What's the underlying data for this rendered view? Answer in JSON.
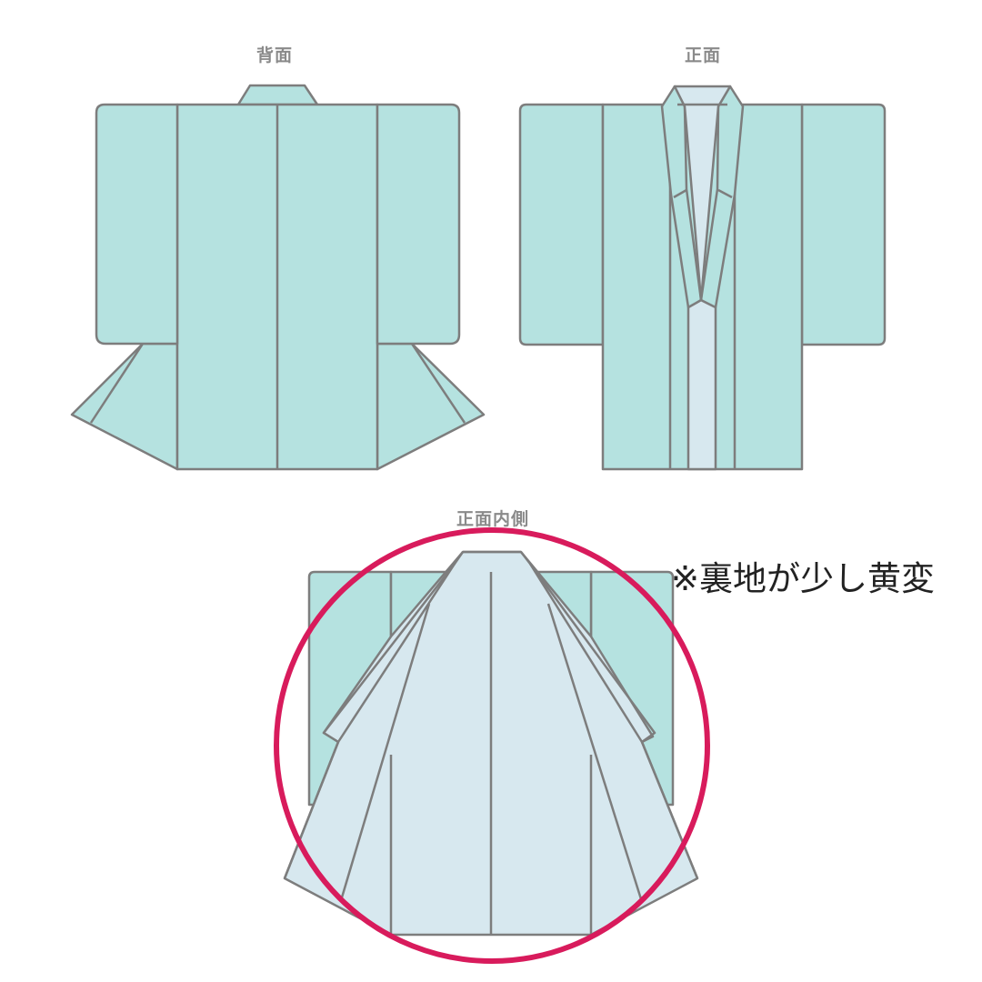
{
  "labels": {
    "back": "背面",
    "front": "正面",
    "front_inner": "正面内側"
  },
  "note": "※裏地が少し黄変",
  "colors": {
    "outer_fabric": "#b5e2e0",
    "lining_fabric": "#d7e8ef",
    "outline": "#7d7d7d",
    "highlight_circle": "#d81b5c",
    "label_text": "#8a8a8a",
    "note_text": "#222222"
  },
  "diagrams": [
    {
      "id": "back",
      "title": "背面"
    },
    {
      "id": "front",
      "title": "正面"
    },
    {
      "id": "front-inner",
      "title": "正面内側",
      "highlighted": true
    }
  ]
}
